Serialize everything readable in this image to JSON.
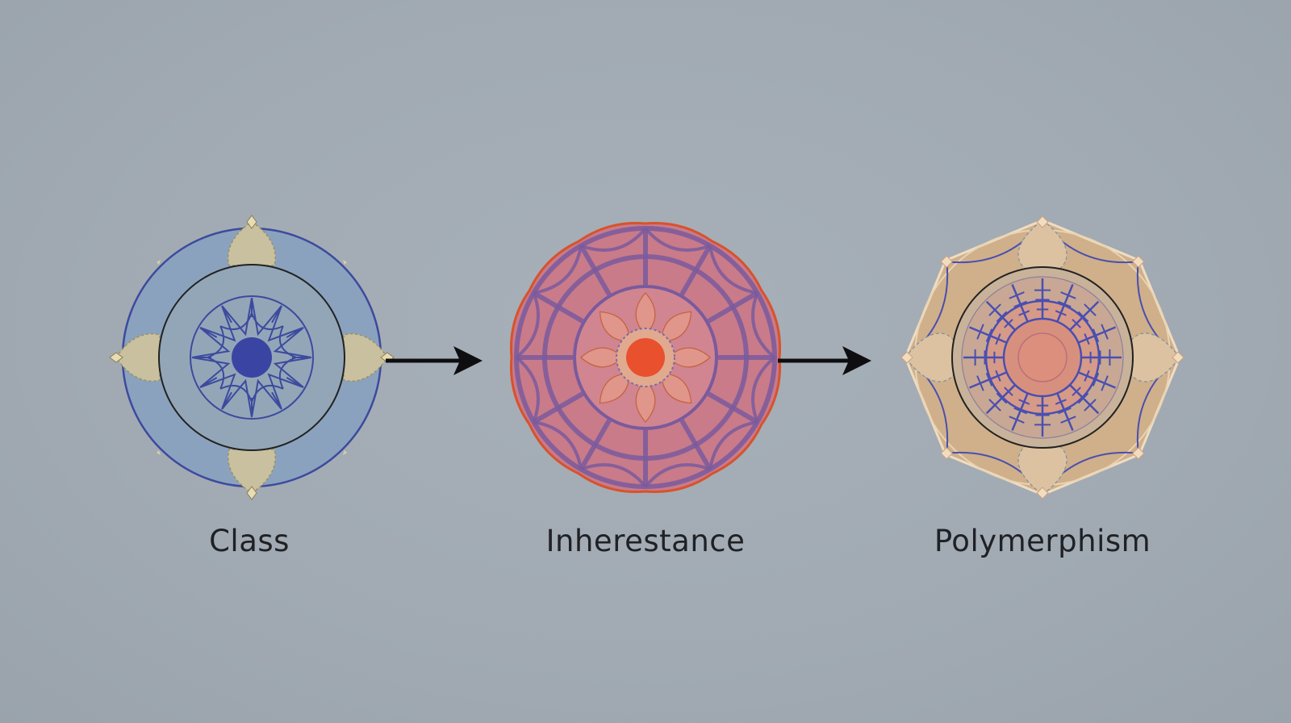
{
  "diagram": {
    "nodes": [
      {
        "id": "class",
        "label": "Class",
        "icon": "blue-mandala-icon"
      },
      {
        "id": "inheritance",
        "label": "Inherestance",
        "icon": "red-mandala-icon"
      },
      {
        "id": "polymorphism",
        "label": "Polymerphism",
        "icon": "tan-mandala-icon"
      }
    ],
    "edges": [
      {
        "from": "class",
        "to": "inheritance"
      },
      {
        "from": "inheritance",
        "to": "polymorphism"
      }
    ]
  },
  "colors": {
    "background": "#a1aab3",
    "class_ring": "#8aa2bd",
    "class_stroke": "#3d4a9e",
    "class_core": "#3a45a3",
    "petal_tan": "#c8c09e",
    "inherit_outer": "#c97b8a",
    "inherit_stroke": "#d8522c",
    "inherit_lines": "#7a5a9c",
    "inherit_core": "#e8502e",
    "poly_outer": "#cfb08a",
    "poly_inner": "#d9a08a",
    "poly_lines": "#4a4fb0",
    "arrow": "#0e0e10",
    "text": "#1f2125"
  }
}
